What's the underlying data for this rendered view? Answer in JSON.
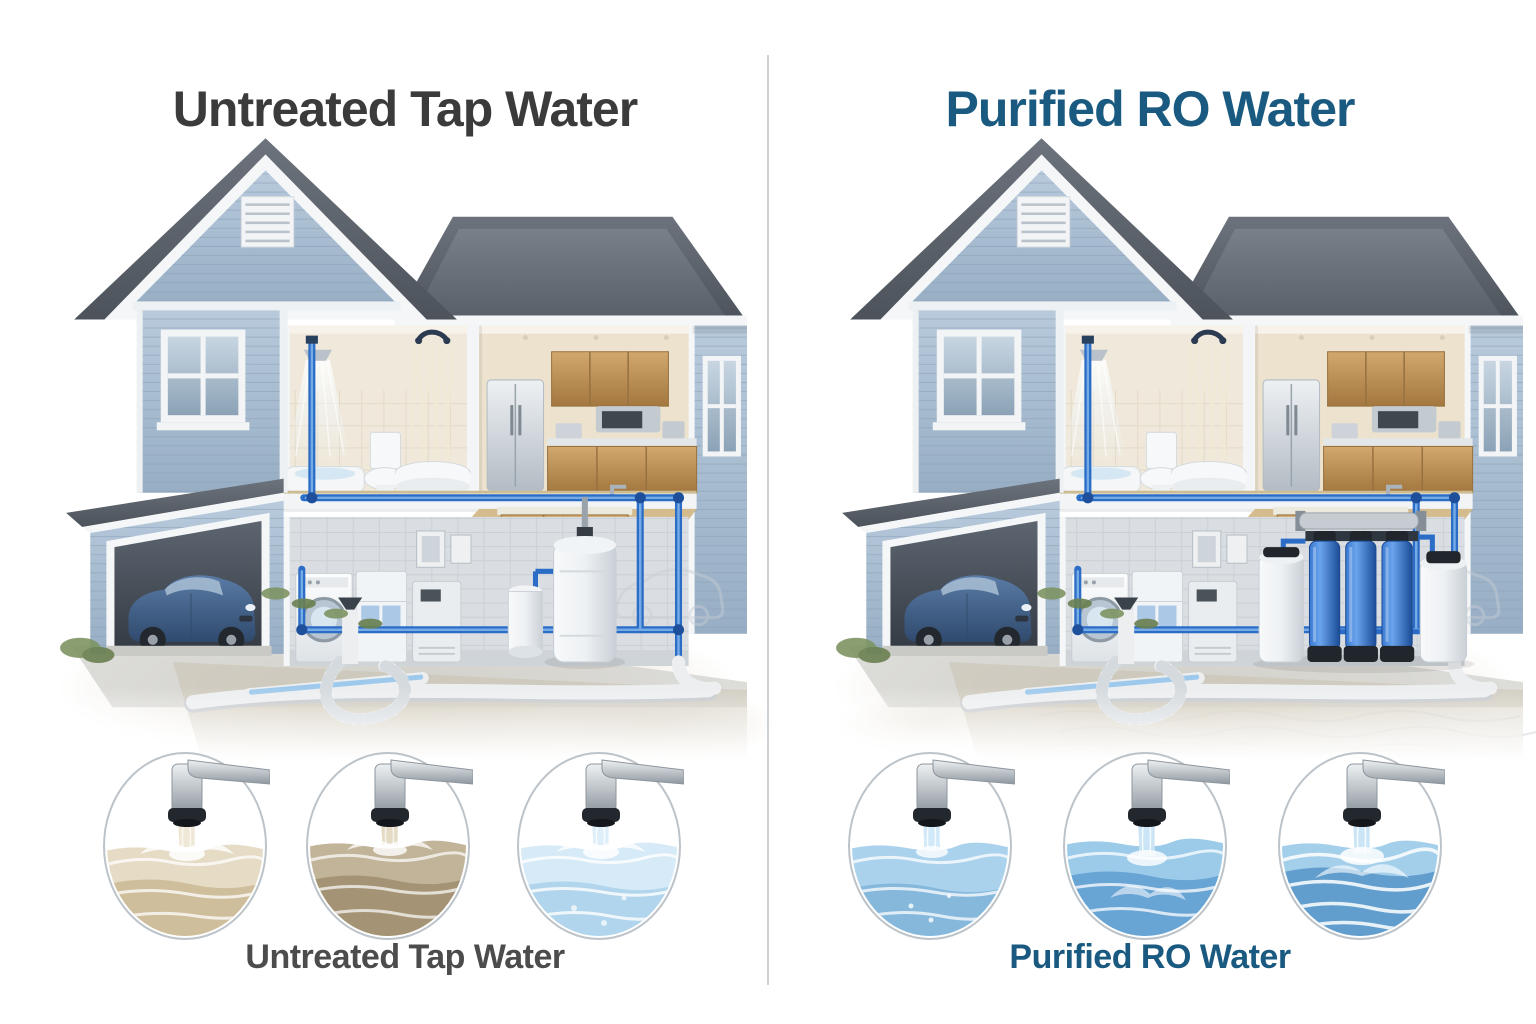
{
  "page": {
    "background": "#ffffff",
    "divider_color": "#cdd2d6"
  },
  "panels": [
    {
      "id": "untreated",
      "title": "Untreated Tap Water",
      "title_color": "#3b3b3b",
      "caption": "Untreated Tap Water",
      "caption_color": "#4c4c4c",
      "house_equipment": "standard-water-heater",
      "samples": [
        {
          "name": "heavily-murky-tap-water",
          "water": "#e6dcc6",
          "deep": "#c9b893",
          "stream": "#efe7d4"
        },
        {
          "name": "murky-brown-tap-water",
          "water": "#c2b499",
          "deep": "#9f8e6e",
          "stream": "#e4d9c2"
        },
        {
          "name": "slightly-clear-tap-water",
          "water": "#d6eaf7",
          "deep": "#a9d1ea",
          "stream": "#ddeefa"
        }
      ]
    },
    {
      "id": "purified",
      "title": "Purified RO Water",
      "title_color": "#1a5a80",
      "caption": "Purified RO Water",
      "caption_color": "#1a5a80",
      "house_equipment": "reverse-osmosis-system",
      "samples": [
        {
          "name": "clear-blue-water-calm",
          "water": "#abd2ec",
          "deep": "#7db2d8",
          "stream": "#cfe8f8"
        },
        {
          "name": "clear-blue-water-swirl",
          "water": "#9ccbe9",
          "deep": "#5f9ed0",
          "stream": "#c9e4f6"
        },
        {
          "name": "clear-blue-water-turbulent",
          "water": "#a3cfeb",
          "deep": "#5795c8",
          "stream": "#c9e4f6"
        }
      ]
    }
  ],
  "illustration": {
    "siding": "#aabfd4",
    "roof": "#575d66",
    "trim": "#f4f6f8",
    "interior_wall": "#ece4d2",
    "cabinet_wood": "#c09357",
    "pipe_blue": "#2a6cc6",
    "pipe_highlight": "#7fb3ea",
    "sewer_pipe": "#eceef0",
    "tank_white": "#eef1f4",
    "ro_tank_blue": "#2f6dc0",
    "tank_cap_black": "#20262c",
    "car_blue": "#3f608c",
    "ground_sand": "#d6cebc",
    "faucet_chrome": "#b9c2ca"
  }
}
